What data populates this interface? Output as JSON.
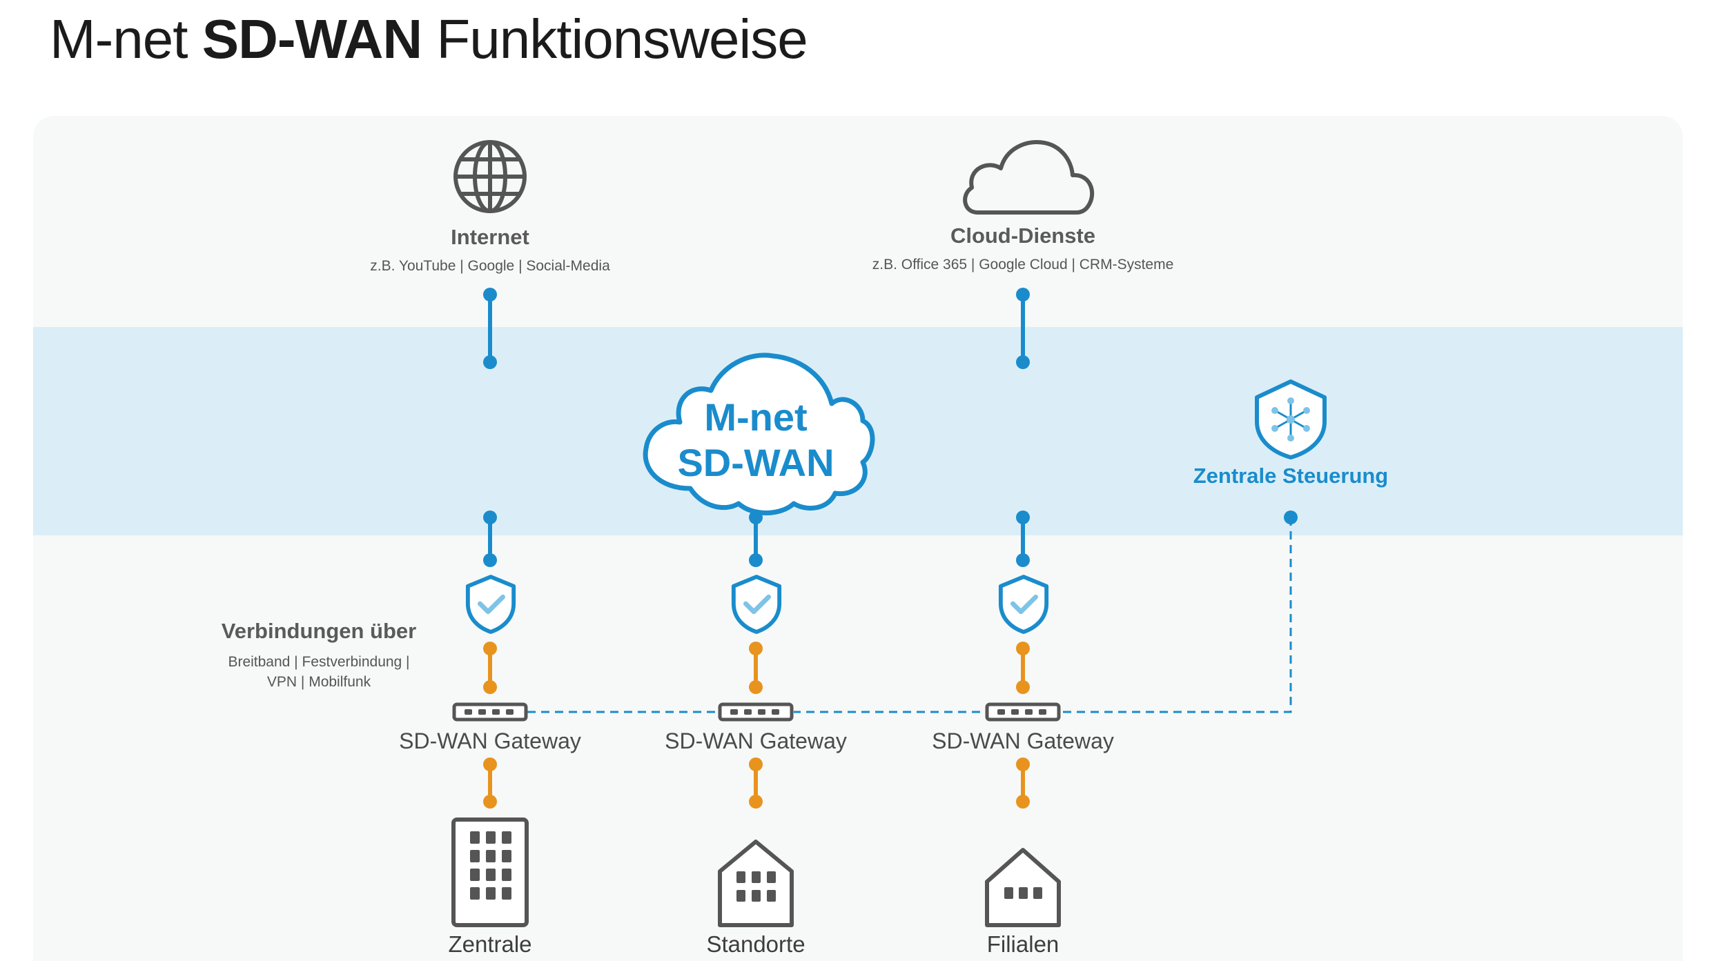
{
  "title": {
    "prefix": "M-net",
    "bold": "SD-WAN",
    "suffix": "Funktionsweise"
  },
  "internet": {
    "heading": "Internet",
    "examples": "z.B. YouTube | Google | Social-Media"
  },
  "cloud_services": {
    "heading": "Cloud-Dienste",
    "examples": "z.B. Office 365 | Google Cloud | CRM-Systeme"
  },
  "sdwan_cloud": {
    "line1": "M-net",
    "line2": "SD-WAN"
  },
  "control": {
    "label": "Zentrale Steuerung"
  },
  "connections": {
    "heading": "Verbindungen über",
    "line1": "Breitband | Festverbindung |",
    "line2": "VPN | Mobilfunk"
  },
  "gateways": [
    "SD-WAN Gateway",
    "SD-WAN Gateway",
    "SD-WAN Gateway"
  ],
  "sites": [
    "Zentrale",
    "Standorte",
    "Filialen"
  ],
  "colors": {
    "blue": "#1a8ccc",
    "orange": "#e8931e",
    "band": "#dbeef7",
    "icon_gray": "#555555"
  },
  "icons": [
    "globe-icon",
    "cloud-icon",
    "shield-network-icon",
    "shield-check-icon",
    "gateway-router-icon",
    "office-tower-icon",
    "building-icon",
    "house-icon"
  ]
}
